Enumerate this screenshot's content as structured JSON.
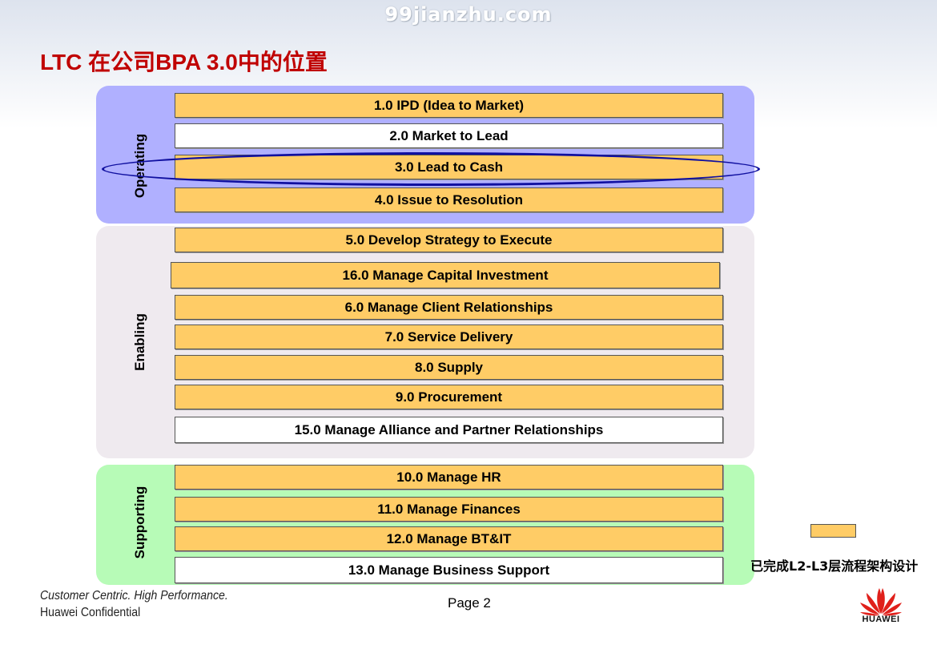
{
  "watermark": "99jianzhu.com",
  "title": "LTC 在公司BPA 3.0中的位置",
  "groups": {
    "operating": "Operating",
    "enabling": "Enabling",
    "supporting": "Supporting"
  },
  "processes": [
    {
      "label": "1.0 IPD (Idea to Market)",
      "status": "done"
    },
    {
      "label": "2.0 Market to Lead",
      "status": "todo"
    },
    {
      "label": "3.0 Lead to Cash",
      "status": "done",
      "highlighted": true
    },
    {
      "label": "4.0 Issue to Resolution",
      "status": "done"
    },
    {
      "label": "5.0 Develop Strategy to Execute",
      "status": "done"
    },
    {
      "label": "16.0  Manage Capital Investment",
      "status": "done"
    },
    {
      "label": "6.0 Manage Client Relationships",
      "status": "done"
    },
    {
      "label": "7.0 Service Delivery",
      "status": "done"
    },
    {
      "label": "8.0 Supply",
      "status": "done"
    },
    {
      "label": "9.0 Procurement",
      "status": "done"
    },
    {
      "label": "15.0  Manage Alliance and Partner Relationships",
      "status": "todo"
    },
    {
      "label": "10.0 Manage HR",
      "status": "done"
    },
    {
      "label": "11.0 Manage Finances",
      "status": "done"
    },
    {
      "label": "12.0 Manage BT&IT",
      "status": "done"
    },
    {
      "label": "13.0 Manage Business Support",
      "status": "todo"
    }
  ],
  "legend": {
    "label": "已完成L2-L3层流程架构设计",
    "color": "#ffcc66"
  },
  "colors": {
    "done": "#ffcc66",
    "todo": "#ffffff",
    "operating_bg": "#b0b0ff",
    "enabling_bg": "#efeaef",
    "supporting_bg": "#b7fbb7",
    "title": "#c00000",
    "highlight_ellipse": "#1010a0"
  },
  "footer": {
    "tagline": "Customer Centric. High Performance.",
    "confidential": "Huawei Confidential",
    "page": "Page 2"
  },
  "logo": {
    "icon": "huawei-petal-icon",
    "text": "HUAWEI"
  }
}
